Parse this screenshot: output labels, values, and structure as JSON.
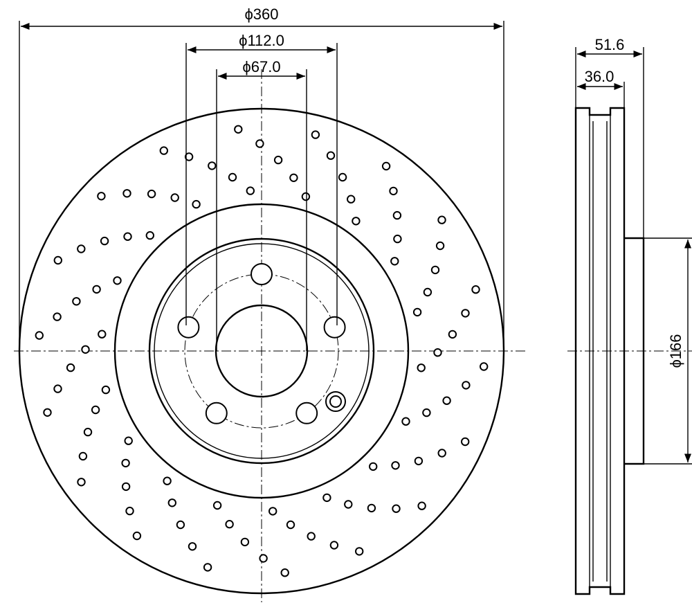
{
  "dimensions": {
    "outer_diameter": "ϕ360",
    "pcd_diameter": "ϕ112.0",
    "center_bore_diameter": "ϕ67.0",
    "overall_thickness": "51.6",
    "min_thickness": "36.0",
    "hat_diameter": "ϕ166"
  },
  "disc": {
    "bolt_holes": 5,
    "drill_rows": 18,
    "holes_per_row": 5
  },
  "colors": {
    "line": "#000000",
    "background": "#ffffff"
  }
}
